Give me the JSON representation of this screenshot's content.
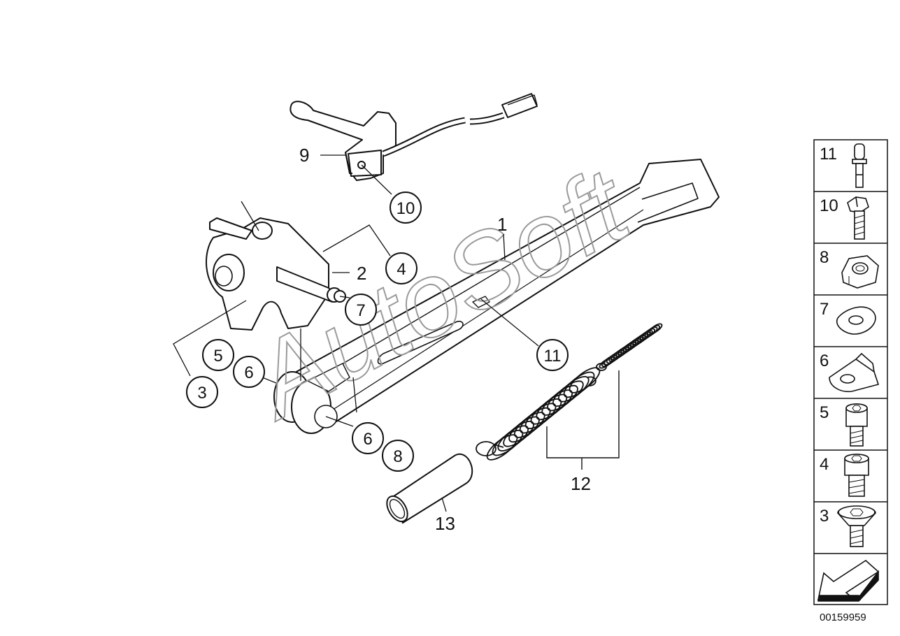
{
  "diagram": {
    "reference_number": "00159959",
    "watermark": "AutoSoft",
    "callouts": [
      {
        "id": "c10",
        "label": "10"
      },
      {
        "id": "c4",
        "label": "4"
      },
      {
        "id": "c7",
        "label": "7"
      },
      {
        "id": "c11",
        "label": "11"
      },
      {
        "id": "c5",
        "label": "5"
      },
      {
        "id": "c6a",
        "label": "6"
      },
      {
        "id": "c3",
        "label": "3"
      },
      {
        "id": "c6b",
        "label": "6"
      },
      {
        "id": "c8",
        "label": "8"
      }
    ],
    "plain_labels": [
      {
        "id": "p9",
        "label": "9"
      },
      {
        "id": "p1",
        "label": "1"
      },
      {
        "id": "p2",
        "label": "2"
      },
      {
        "id": "p12",
        "label": "12"
      },
      {
        "id": "p13",
        "label": "13"
      }
    ],
    "sidebar": [
      {
        "number": "11",
        "icon": "pin-icon"
      },
      {
        "number": "10",
        "icon": "hex-bolt-icon"
      },
      {
        "number": "8",
        "icon": "hex-nut-icon"
      },
      {
        "number": "7",
        "icon": "spring-washer-icon"
      },
      {
        "number": "6",
        "icon": "lock-plate-icon"
      },
      {
        "number": "5",
        "icon": "socket-bolt-icon"
      },
      {
        "number": "4",
        "icon": "socket-screw-icon"
      },
      {
        "number": "3",
        "icon": "countersunk-screw-icon"
      },
      {
        "number": "",
        "icon": "arrow-left-down-icon"
      }
    ]
  }
}
